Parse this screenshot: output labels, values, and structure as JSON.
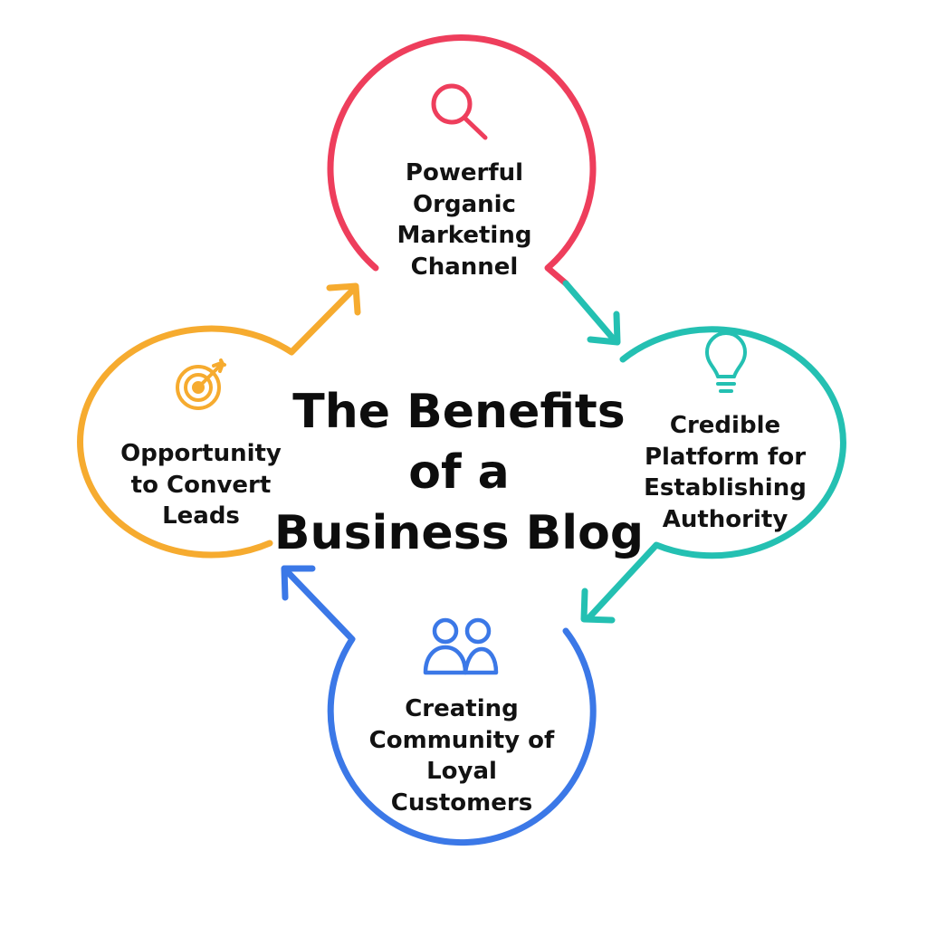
{
  "title": {
    "lines": [
      "The Benefits",
      "of a",
      "Business Blog"
    ]
  },
  "steps": [
    {
      "id": "organic-marketing",
      "icon": "magnifier-icon",
      "color": "#ee3e5c",
      "lines": [
        "Powerful",
        "Organic",
        "Marketing",
        "Channel"
      ]
    },
    {
      "id": "credible-platform",
      "icon": "lightbulb-icon",
      "color": "#24c0b2",
      "lines": [
        "Credible",
        "Platform for",
        "Establishing",
        "Authority"
      ]
    },
    {
      "id": "community",
      "icon": "users-icon",
      "color": "#3b78e7",
      "lines": [
        "Creating",
        "Community of",
        "Loyal",
        "Customers"
      ]
    },
    {
      "id": "convert-leads",
      "icon": "target-icon",
      "color": "#f6ab2f",
      "lines": [
        "Opportunity",
        "to Convert",
        "Leads"
      ]
    }
  ]
}
